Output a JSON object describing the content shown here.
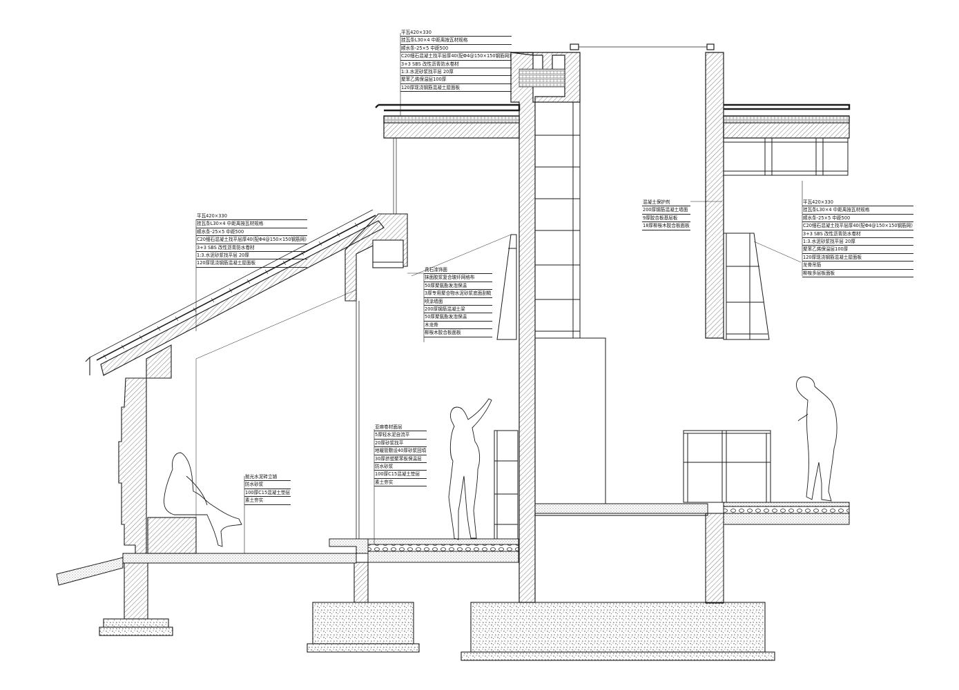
{
  "drawing": {
    "kind": "architectural wall section"
  },
  "callouts": {
    "top_roof": {
      "lines": [
        "平瓦420×330",
        "挂瓦条L30×4 中距离按瓦材规格",
        "顺水条-25×5 中距500",
        "C20细石混凝土找平层厚40(配Φ4@150×150钢筋网)",
        "3+3 SBS 改性沥青防水卷材",
        "1:3.水泥砂浆找平层 20厚",
        "聚苯乙烯保温层100厚",
        "120厚现浇钢筋混凝土屋面板"
      ]
    },
    "left_roof": {
      "lines": [
        "平瓦420×330",
        "挂瓦条L30×4 中距离按瓦材规格",
        "顺水条-25×5 中距500",
        "C20细石混凝土找平层厚40(配Φ4@150×150钢筋网)",
        "3+3 SBS 改性沥青防水卷材",
        "1:3.水泥砂浆找平层 20厚",
        "120厚现浇钢筋混凝土屋面板"
      ]
    },
    "wall": {
      "lines": [
        "真石漆饰面",
        "抹面胶浆复合玻纤网格布",
        "50厚聚氨酯发泡保温",
        "3厚专用聚合物水泥砂浆底面刮糙",
        "喷涂墙面",
        "200厚钢筋混凝土梁",
        "50厚聚氨酯发泡保温",
        "木龙骨",
        "柳桉木胶合板面板"
      ]
    },
    "right_wall": {
      "lines": [
        "混凝土保护剂",
        "200厚钢筋混凝土墙面",
        "9厚胶合板基层板",
        "18厚柳桉木胶合板面板"
      ]
    },
    "right_roof": {
      "lines": [
        "平瓦420×330",
        "挂瓦条L30×4 中距离按瓦材规格",
        "顺水条-25×5 中距500",
        "C20细石混凝土找平层厚40(配Φ4@150×150钢筋网)",
        "3+3 SBS 改性沥青防水卷材",
        "1:3.水泥砂浆找平层 20厚",
        "聚苯乙烯保温层100厚",
        "120厚现浇钢筋混凝土屋面板",
        "龙骨吊筋",
        "柳桉多层板面板"
      ]
    },
    "floor_heated": {
      "lines": [
        "亚麻卷材面层",
        "5厚轻水泥自流平",
        "20厚砂浆找平",
        "地暖管敷设40厚砂浆回填",
        "30厚挤塑聚苯板保温层",
        "防水砂浆",
        "100厚C15混凝土垫层",
        "素土夯实"
      ]
    },
    "floor_left": {
      "lines": [
        "抛光水泥砖立铺",
        "防水砂浆",
        "100厚C15混凝土垫层",
        "素土夯实"
      ]
    }
  },
  "colors": {
    "line": "#1a1a1a",
    "hatch": "#555555",
    "paper": "#ffffff"
  }
}
